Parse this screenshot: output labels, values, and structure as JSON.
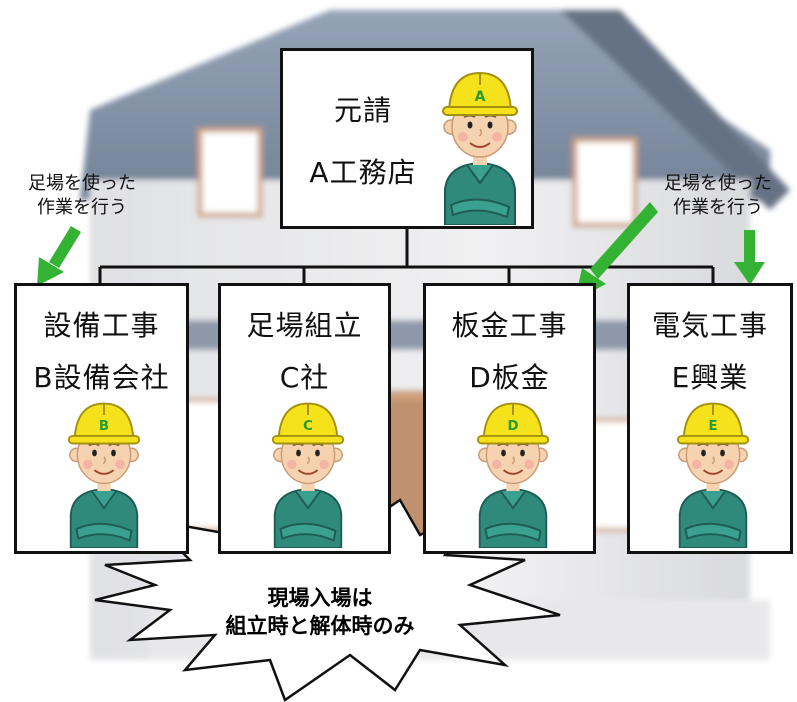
{
  "prime": {
    "line1": "元請",
    "line2": "A工務店",
    "badge": "A"
  },
  "subcontractors": [
    {
      "trade": "設備工事",
      "company": "B設備会社",
      "badge": "B"
    },
    {
      "trade": "足場組立",
      "company": "C社",
      "badge": "C"
    },
    {
      "trade": "板金工事",
      "company": "D板金",
      "badge": "D"
    },
    {
      "trade": "電気工事",
      "company": "E興業",
      "badge": "E"
    }
  ],
  "notes": {
    "left": {
      "line1": "足場を使った",
      "line2": "作業を行う"
    },
    "right": {
      "line1": "足場を使った",
      "line2": "作業を行う"
    }
  },
  "callout": {
    "line1": "現場入場は",
    "line2": "組立時と解体時のみ"
  },
  "colors": {
    "arrow": "#33b233",
    "helmet": "#f5e21a",
    "badge_text": "#2a9a2a",
    "uniform": "#2f8a7c",
    "skin": "#f6d3b0",
    "house_wall": "#e8e8ea",
    "house_roof": "#6b7d96",
    "door": "#c69266"
  }
}
